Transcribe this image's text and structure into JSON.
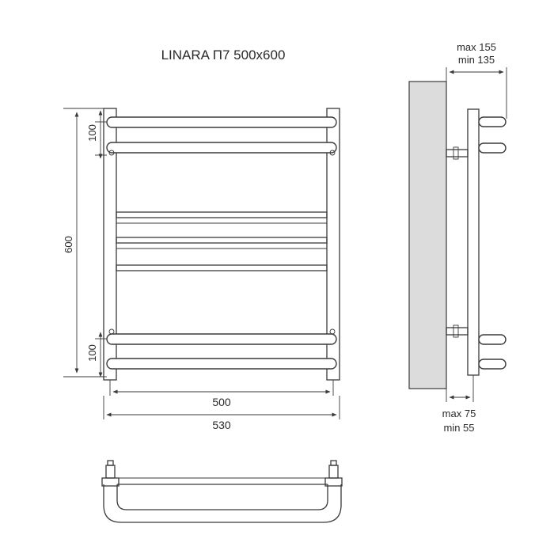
{
  "title": "LINARA П7 500x600",
  "dimensions": {
    "height_total": "600",
    "top_spacing": "100",
    "bottom_spacing": "100",
    "inner_width": "500",
    "outer_width": "530",
    "depth_max": "max 155",
    "depth_min": "min 135",
    "wall_offset_max": "max 75",
    "wall_offset_min": "min 55"
  },
  "colors": {
    "line": "#3a3a3a",
    "wall_fill": "#dcdcdc",
    "background": "#ffffff"
  }
}
